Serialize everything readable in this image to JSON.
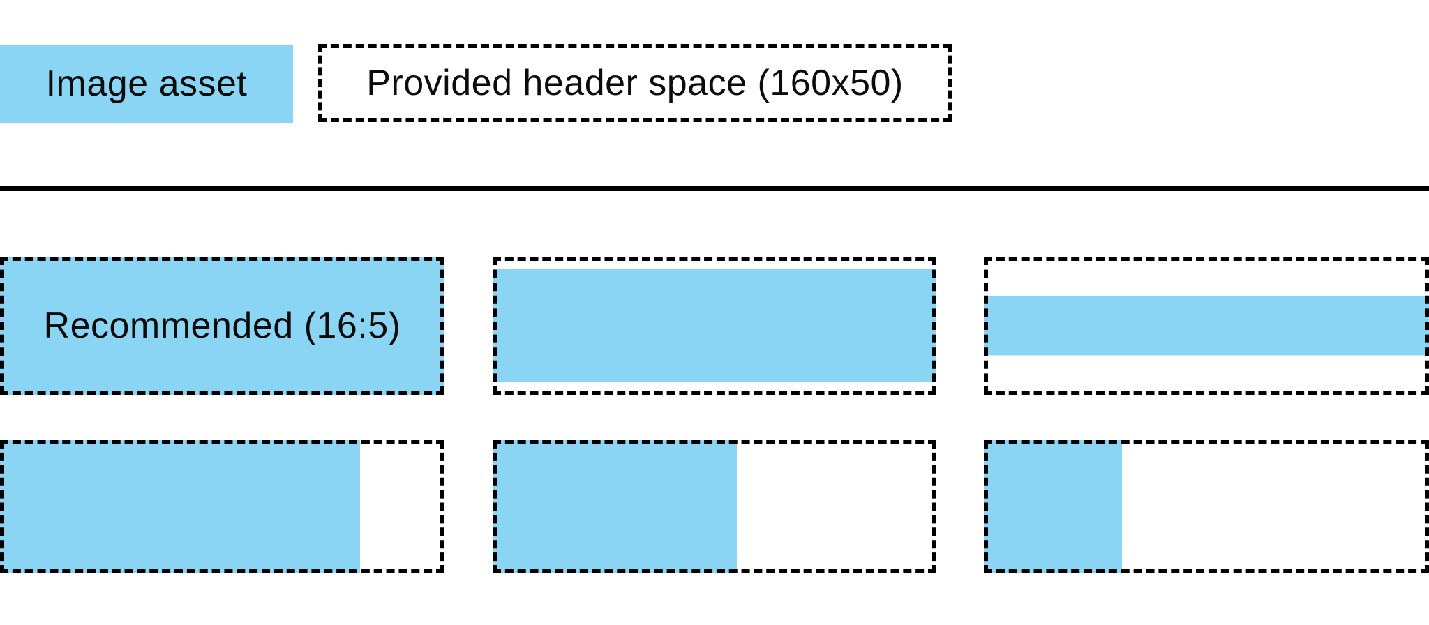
{
  "legend": {
    "asset_label": "Image asset",
    "header_space_label": "Provided header space (160x50)"
  },
  "colors": {
    "asset_blue": "#8AD4F4",
    "outline": "#000000",
    "divider": "#000000",
    "text": "#0C0C0C",
    "background": "#FFFFFF"
  },
  "examples": {
    "row_scaled_to_width": [
      {
        "label": "Recommended (16:5)",
        "fill_width_pct": 100,
        "fill_height_pct": 100
      },
      {
        "label": "",
        "fill_width_pct": 100,
        "fill_height_pct": 82
      },
      {
        "label": "",
        "fill_width_pct": 100,
        "fill_height_pct": 43
      }
    ],
    "row_scaled_to_height": [
      {
        "label": "",
        "fill_width_pct": 81,
        "fill_height_pct": 100
      },
      {
        "label": "",
        "fill_width_pct": 55,
        "fill_height_pct": 100
      },
      {
        "label": "",
        "fill_width_pct": 31,
        "fill_height_pct": 100
      }
    ]
  }
}
